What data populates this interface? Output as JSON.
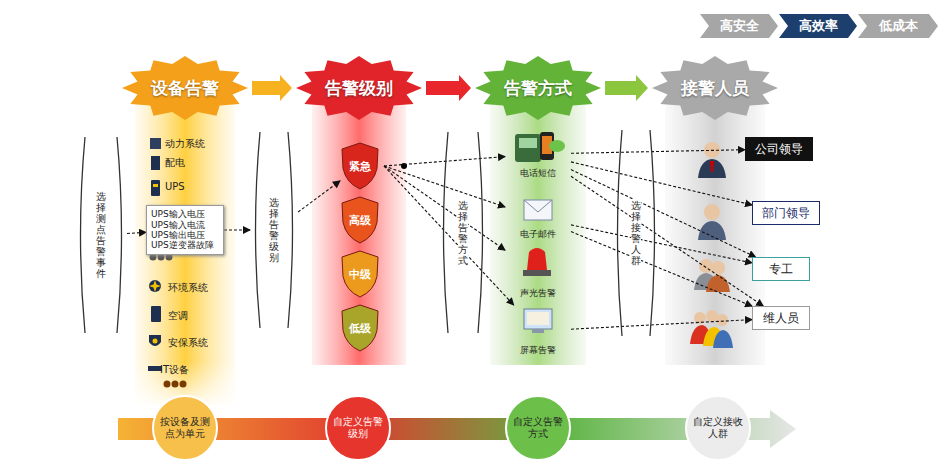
{
  "diagram": {
    "nodes": [
      {
        "text": [
          "高安全"
        ]
      },
      {
        "text": [
          "高效率"
        ]
      },
      {
        "text": [
          "低成本"
        ]
      },
      {
        "text": [
          "设备告警"
        ]
      },
      {
        "text": [
          "告警级别"
        ]
      },
      {
        "text": [
          "告警方式"
        ]
      },
      {
        "text": [
          "接警人员"
        ]
      },
      {
        "text": [
          "选择测点告警事件"
        ]
      },
      {
        "text": [
          "UPS输入电压",
          "UPS输入电流",
          "UPS输出电压",
          "UPS逆变器故障"
        ]
      },
      {
        "text": [
          "选择告警级别"
        ]
      },
      {
        "text": [
          "紧急"
        ]
      },
      {
        "text": [
          "高级"
        ]
      },
      {
        "text": [
          "中级"
        ]
      },
      {
        "text": [
          "低级"
        ]
      },
      {
        "text": [
          "选择告警方式"
        ]
      },
      {
        "text": [
          "电话短信"
        ]
      },
      {
        "text": [
          "电子邮件"
        ]
      },
      {
        "text": [
          "声光告警"
        ]
      },
      {
        "text": [
          "屏幕告警"
        ]
      },
      {
        "text": [
          "选择接警人群"
        ]
      },
      {
        "text": [
          "公司领导"
        ]
      },
      {
        "text": [
          "部门领导"
        ]
      },
      {
        "text": [
          "专工"
        ]
      },
      {
        "text": [
          "维人员"
        ]
      },
      {
        "text": [
          "按设备及测点为单元"
        ]
      },
      {
        "text": [
          "自定义告警级别"
        ]
      },
      {
        "text": [
          "自定义告警方式"
        ]
      },
      {
        "text": [
          "自定义接收人群"
        ]
      }
    ],
    "edges": [
      {
        "from": 3,
        "to": 4,
        "arrow": "to"
      },
      {
        "from": 4,
        "to": 5,
        "arrow": "to"
      },
      {
        "from": 5,
        "to": 6,
        "arrow": "to"
      },
      {
        "from": 7,
        "to": 8,
        "arrow": "to"
      },
      {
        "from": 8,
        "to": 9,
        "arrow": "to"
      },
      {
        "from": 9,
        "to": 10,
        "arrow": "to"
      },
      {
        "from": 10,
        "to": 15,
        "arrow": "to"
      },
      {
        "from": 10,
        "to": 16,
        "arrow": "to"
      },
      {
        "from": 10,
        "to": 17,
        "arrow": "to"
      },
      {
        "from": 10,
        "to": 18,
        "arrow": "to"
      },
      {
        "from": 15,
        "to": 20,
        "arrow": "to"
      },
      {
        "from": 15,
        "to": 21,
        "arrow": "to"
      },
      {
        "from": 15,
        "to": 22,
        "arrow": "to"
      },
      {
        "from": 15,
        "to": 23,
        "arrow": "to"
      },
      {
        "from": 16,
        "to": 22,
        "arrow": "to"
      },
      {
        "from": 16,
        "to": 23,
        "arrow": "to"
      },
      {
        "from": 18,
        "to": 23,
        "arrow": "to"
      }
    ],
    "labels": [
      "动力系统",
      "配电",
      "UPS",
      "环境系统",
      "空调",
      "安保系统",
      "IT设备"
    ]
  }
}
